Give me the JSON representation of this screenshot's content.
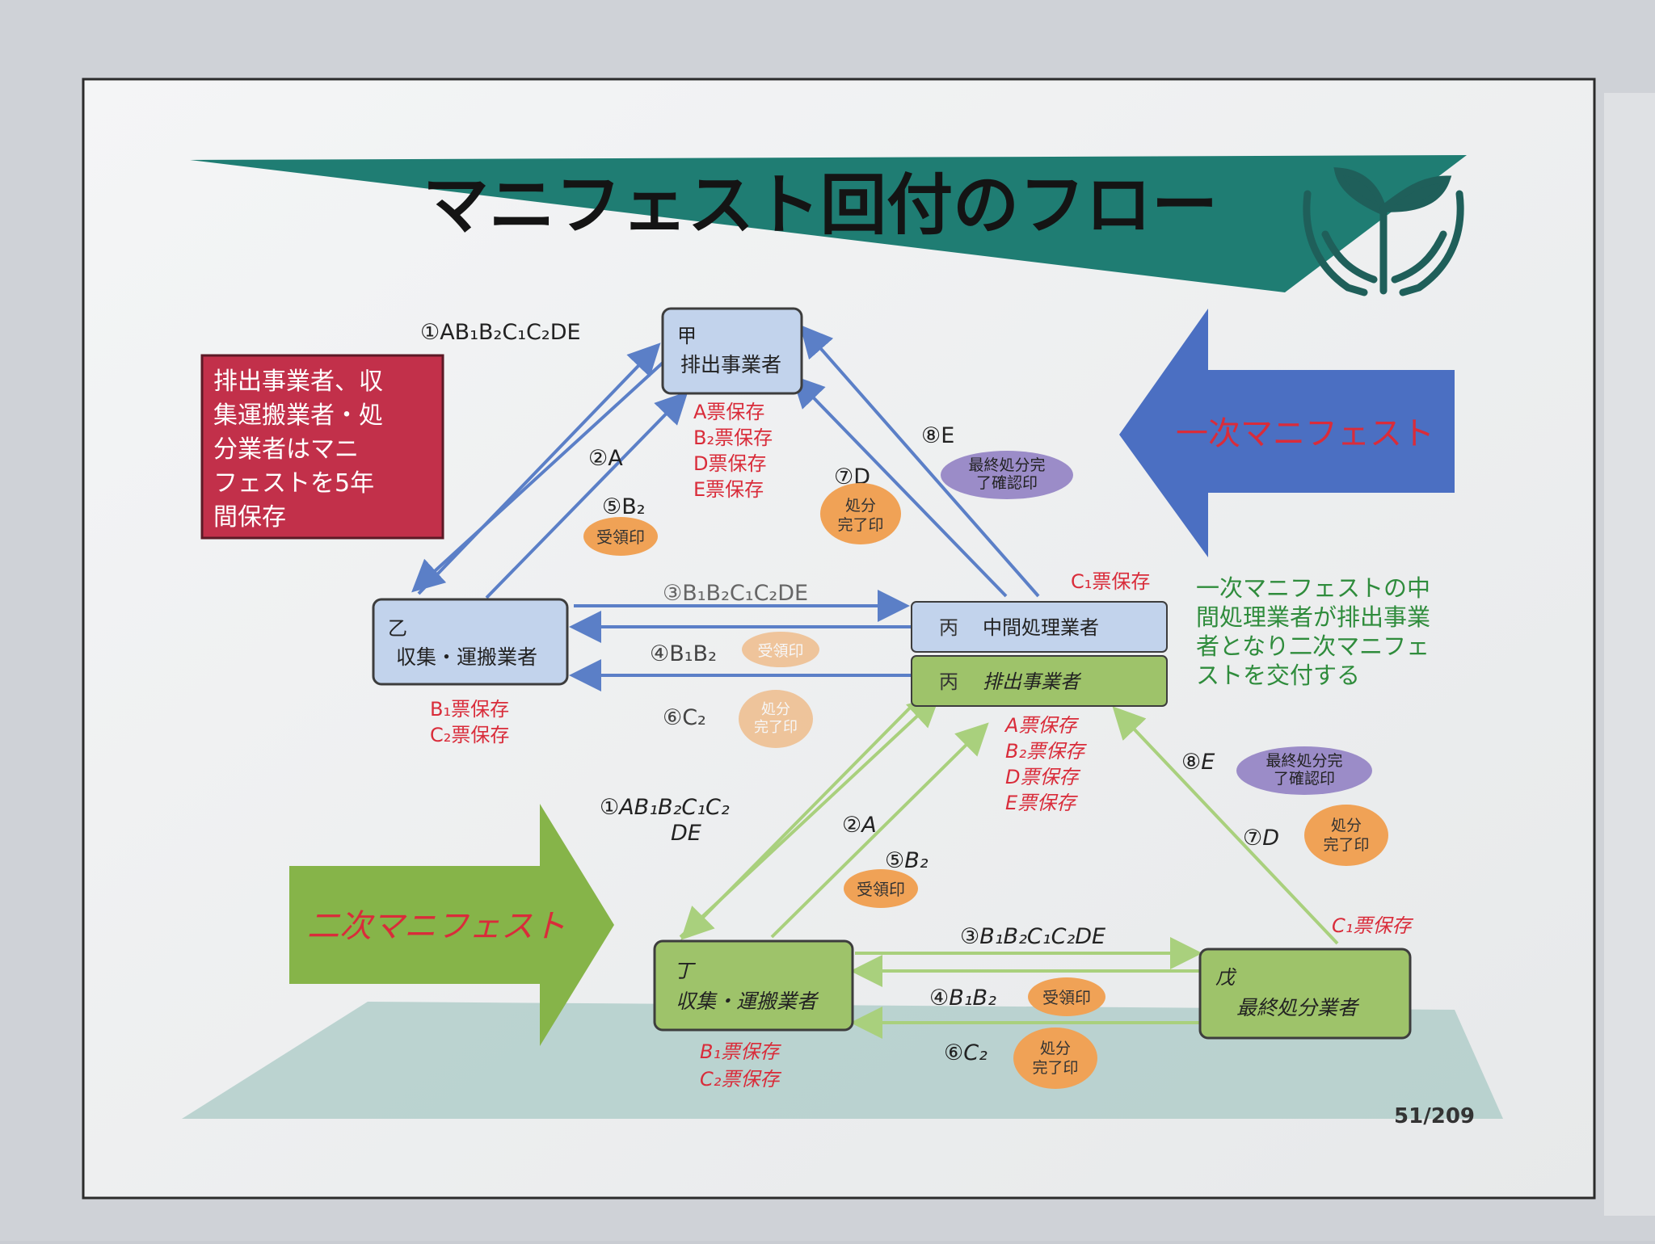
{
  "title": "マニフェスト回付のフロー",
  "page_number": "51/209",
  "note_box": [
    "排出事業者、収",
    "集運搬業者・処",
    "分業者はマニ",
    "フェストを5年",
    "間保存"
  ],
  "primary_arrow_label": "一次マニフェスト",
  "secondary_arrow_label": "二次マニフェスト",
  "side_note": [
    "一次マニフェストの中",
    "間処理業者が排出事業",
    "者となり二次マニフェ",
    "ストを交付する"
  ],
  "nodes": {
    "kou": {
      "kanji": "甲",
      "role": "排出事業者"
    },
    "otsu": {
      "kanji": "乙",
      "role": "収集・運搬業者"
    },
    "hei_mid": {
      "kanji": "丙",
      "role": "中間処理業者"
    },
    "hei_emit": {
      "kanji": "丙",
      "role": "排出事業者"
    },
    "tei": {
      "kanji": "丁",
      "role": "収集・運搬業者"
    },
    "bo": {
      "kanji": "戊",
      "role": "最終処分業者"
    }
  },
  "top_flow": {
    "step1": "①AB₁B₂C₁C₂DE",
    "step2": "②A",
    "step3": "③B₁B₂C₁C₂DE",
    "step4": "④B₁B₂",
    "step5": "⑤B₂",
    "step6": "⑥C₂",
    "step7": "⑦D",
    "step8": "⑧E",
    "kou_keep": [
      "A票保存",
      "B₂票保存",
      "D票保存",
      "E票保存"
    ],
    "otsu_keep": [
      "B₁票保存",
      "C₂票保存"
    ],
    "hei_keep": "C₁票保存"
  },
  "bottom_flow": {
    "step1": [
      "①AB₁B₂C₁C₂",
      "DE"
    ],
    "step2": "②A",
    "step3": "③B₁B₂C₁C₂DE",
    "step4": "④B₁B₂",
    "step5": "⑤B₂",
    "step6": "⑥C₂",
    "step7": "⑦D",
    "step8": "⑧E",
    "hei_keep": [
      "A票保存",
      "B₂票保存",
      "D票保存",
      "E票保存"
    ],
    "tei_keep": [
      "B₁票保存",
      "C₂票保存"
    ],
    "bo_keep": "C₁票保存"
  },
  "stamps": {
    "received": "受領印",
    "disposal_done": [
      "処分",
      "完了印"
    ],
    "final_confirm": [
      "最終処分完",
      "了確認印"
    ]
  },
  "colors": {
    "blue_arrow": "#5b7fc7",
    "green_arrow": "#a9d07d",
    "red_text": "#d92c3a",
    "title_band": "#1f7d73",
    "primary_arrow_fill": "#4b6fc2",
    "secondary_arrow_fill": "#86b449",
    "note_box_fill": "#c2304a",
    "side_note_text": "#2f8c3c"
  }
}
